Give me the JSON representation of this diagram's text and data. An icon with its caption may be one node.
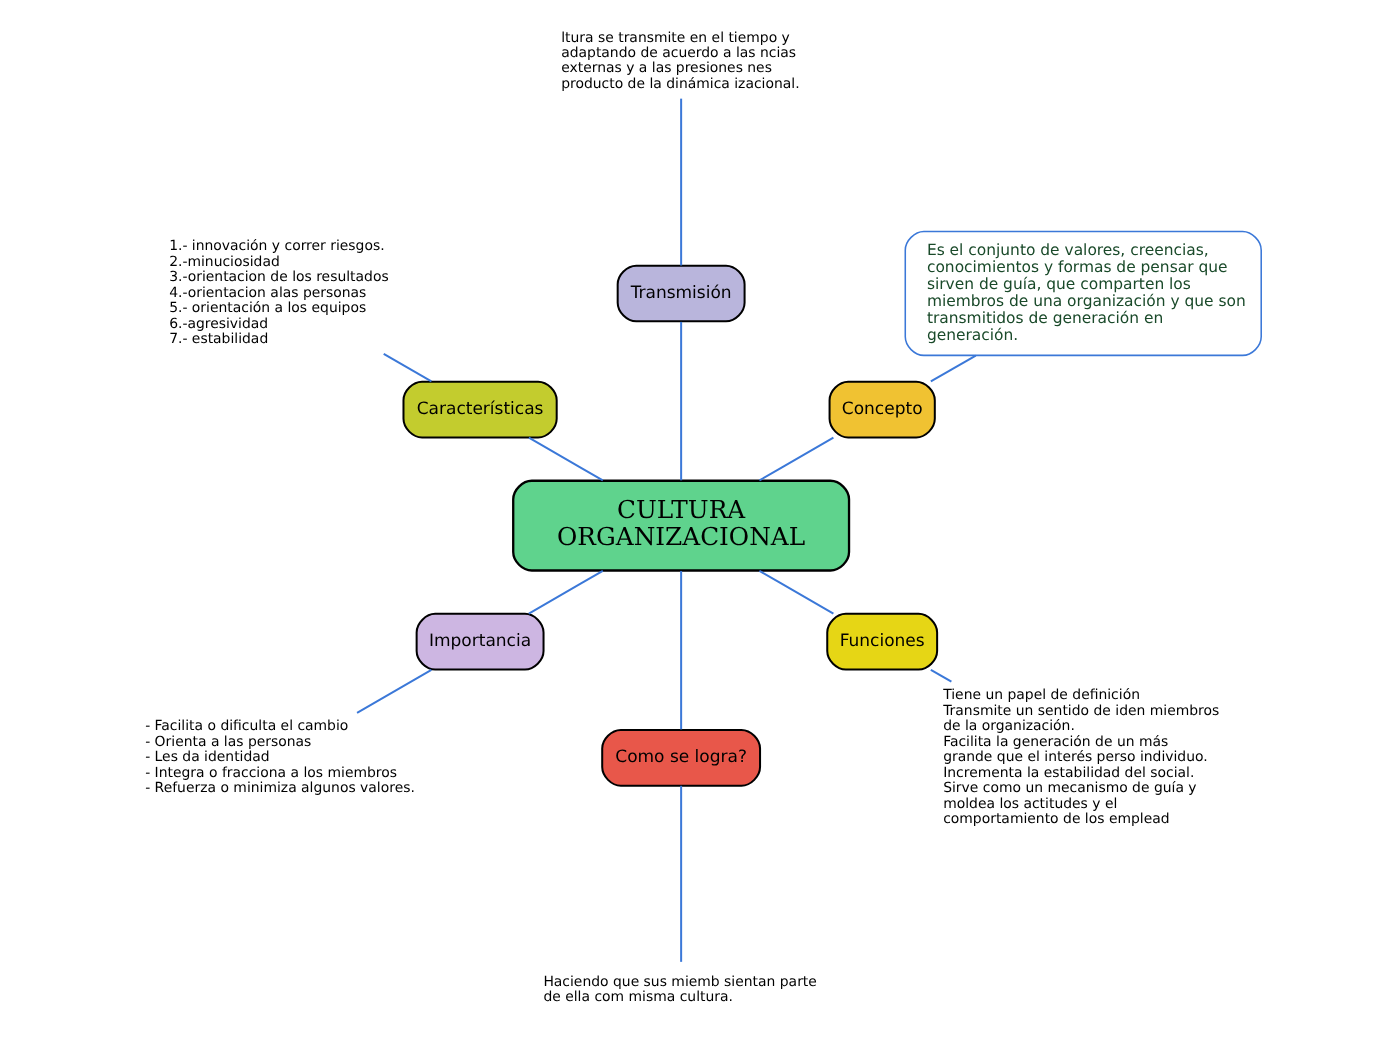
{
  "diagram": {
    "nodes": [
      {
        "text": [
          "CULTURA ORGANIZACIONAL"
        ]
      },
      {
        "text": [
          "Concepto"
        ]
      },
      {
        "text": [
          "Es el conjunto de valores, creencias, conocimientos y formas de pensar que sirven de guía, que comparten los miembros de una organización y que son transmitidos de generación en generación."
        ]
      },
      {
        "text": [
          "Transmisión"
        ]
      },
      {
        "text": [
          "ltura se transmite en el tiempo y adaptando de acuerdo a las ncias externas y a las presiones nes producto de la dinámica izacional."
        ]
      },
      {
        "text": [
          "Características"
        ]
      },
      {
        "text": [
          "1.- innovación y correr riesgos.",
          "2.-minuciosidad",
          "3.-orientacion de los resultados",
          "4.-orientacion alas personas",
          "5.- orientación a los equipos",
          "6.-agresividad",
          "7.- estabilidad"
        ]
      },
      {
        "text": [
          "Importancia"
        ]
      },
      {
        "text": [
          "- Facilita o dificulta el cambio",
          "- Orienta a las personas",
          "- Les da identidad",
          "- Integra o fracciona a los miembros",
          "- Refuerza o minimiza algunos valores."
        ]
      },
      {
        "text": [
          "Como se logra?"
        ]
      },
      {
        "text": [
          "Haciendo que sus miemb sientan parte de ella com misma cultura."
        ]
      },
      {
        "text": [
          "Funciones"
        ]
      },
      {
        "text": [
          "Tiene un papel de definición",
          "Transmite un sentido de iden miembros de la organización.",
          "Facilita la generación de un más grande que el interés perso individuo.",
          "Incrementa la estabilidad del social.",
          "Sirve como un mecanismo de guía y moldea los actitudes y el comportamiento de los emplead"
        ]
      }
    ],
    "edges": [
      {
        "from": 0,
        "to": 1,
        "arrow": "none"
      },
      {
        "from": 1,
        "to": 2,
        "arrow": "none"
      },
      {
        "from": 0,
        "to": 3,
        "arrow": "none"
      },
      {
        "from": 3,
        "to": 4,
        "arrow": "none"
      },
      {
        "from": 0,
        "to": 5,
        "arrow": "none"
      },
      {
        "from": 5,
        "to": 6,
        "arrow": "none"
      },
      {
        "from": 0,
        "to": 7,
        "arrow": "none"
      },
      {
        "from": 7,
        "to": 8,
        "arrow": "none"
      },
      {
        "from": 0,
        "to": 9,
        "arrow": "none"
      },
      {
        "from": 9,
        "to": 10,
        "arrow": "none"
      },
      {
        "from": 0,
        "to": 11,
        "arrow": "none"
      },
      {
        "from": 11,
        "to": 12,
        "arrow": "none"
      }
    ]
  }
}
